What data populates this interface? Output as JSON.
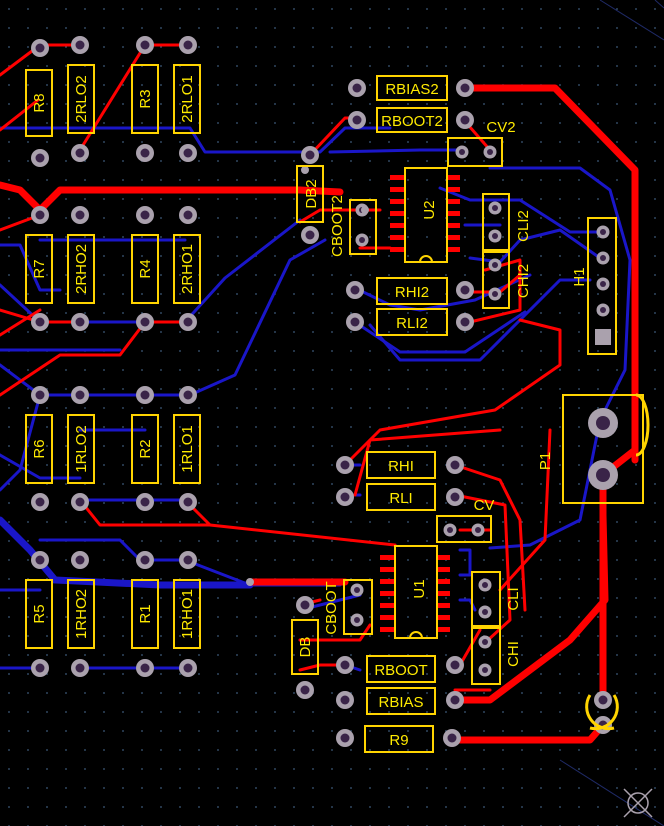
{
  "board": {
    "background": "#000000",
    "colors": {
      "top_copper": "#ff0000",
      "bottom_copper": "#1a16c8",
      "silkscreen": "#ffd400",
      "pad": "#aaa1ad",
      "hole": "#3a2448",
      "grid_dot": "#3d5a7a"
    }
  },
  "components": {
    "R8": "R8",
    "RLO2_2": "2RLO2",
    "R3": "R3",
    "RLO1_2": "2RLO1",
    "R7": "R7",
    "RHO2_2": "2RHO2",
    "R4": "R4",
    "RHO1_2": "2RHO1",
    "R6": "R6",
    "RLO2_1": "1RLO2",
    "R2": "R2",
    "RLO1_1": "1RLO1",
    "R5": "R5",
    "RHO2_1": "1RHO2",
    "R1": "R1",
    "RHO1_1": "1RHO1",
    "RBIAS2": "RBIAS2",
    "RBOOT2": "RBOOT2",
    "CV2": "CV2",
    "DB2": "DB2",
    "CBOOT2": "CBOOT2",
    "U2": "U2",
    "CLI2": "CLI2",
    "CHI2": "CHI2",
    "RHI2": "RHI2",
    "RLI2": "RLI2",
    "H1": "H1",
    "P1": "P1",
    "RHI": "RHI",
    "RLI": "RLI",
    "CV": "CV",
    "U1": "U1",
    "CBOOT": "CBOOT",
    "CLI": "CLI",
    "CHI": "CHI",
    "DB": "DB",
    "RBOOT": "RBOOT",
    "RBIAS": "RBIAS",
    "R9": "R9"
  }
}
